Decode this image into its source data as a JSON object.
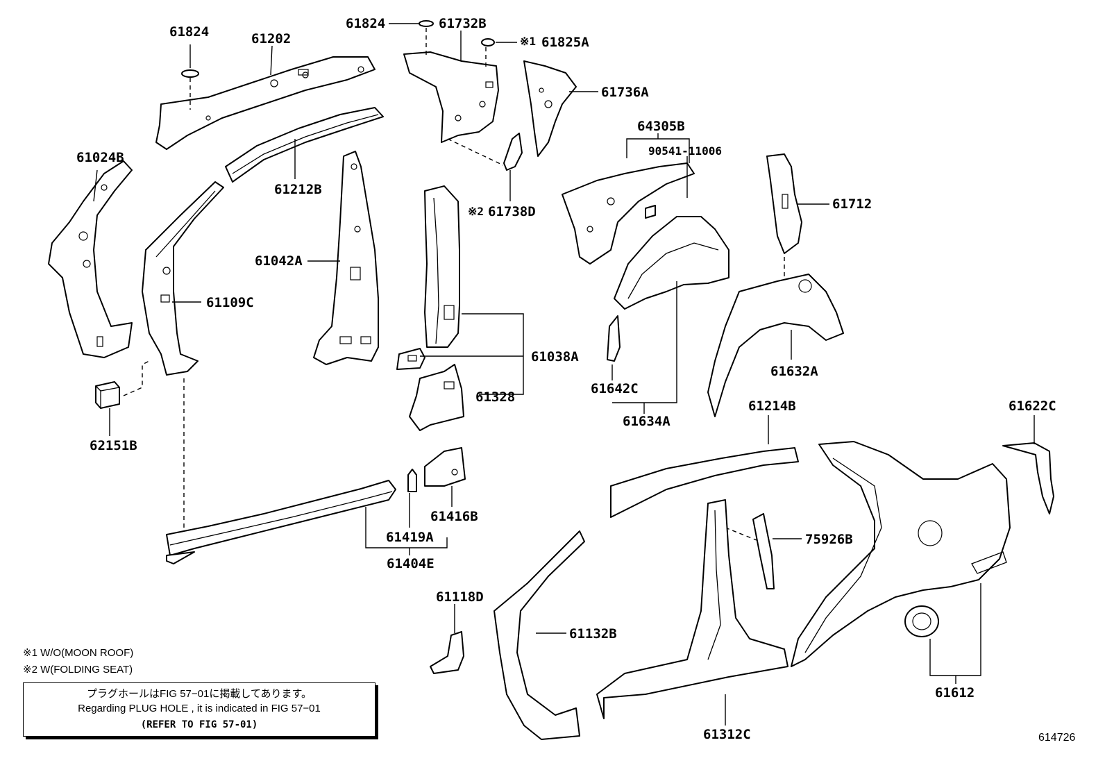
{
  "labels": {
    "p61824_a": "61824",
    "p61202": "61202",
    "p61824_b": "61824",
    "p61732b": "61732B",
    "p61825a": "61825A",
    "p61825a_mark": "※1",
    "p61736a": "61736A",
    "p64305b": "64305B",
    "p90541": "90541-11006",
    "p61024b": "61024B",
    "p61212b": "61212B",
    "p61738d": "61738D",
    "p61738d_mark": "※2",
    "p61712": "61712",
    "p61042a": "61042A",
    "p61109c": "61109C",
    "p61038a": "61038A",
    "p61632a": "61632A",
    "p61642c": "61642C",
    "p61328": "61328",
    "p61634a": "61634A",
    "p61214b": "61214B",
    "p61622c": "61622C",
    "p62151b": "62151B",
    "p61416b": "61416B",
    "p61419a": "61419A",
    "p75926b": "75926B",
    "p61404e": "61404E",
    "p61118d": "61118D",
    "p61132b": "61132B",
    "p61612": "61612",
    "p61312c": "61312C"
  },
  "notes": {
    "note1": "※1 W/O(MOON ROOF)",
    "note2": "※2 W(FOLDING SEAT)"
  },
  "notice": {
    "line1": "プラグホールはFIG 57−01に掲載してあります。",
    "line2": "Regarding  PLUG  HOLE , it is indicated in  FIG  57−01",
    "line3": "(REFER TO FIG 57-01)"
  },
  "figure_code": "614726"
}
